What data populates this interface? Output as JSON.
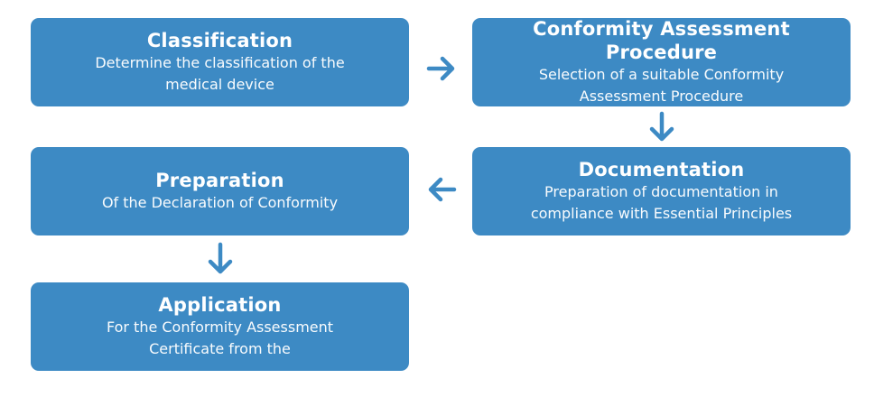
{
  "colors": {
    "box_fill": "#3d8ac4",
    "arrow": "#3d8ac4",
    "text": "#ffffff"
  },
  "steps": [
    {
      "title": "Classification",
      "description": "Determine the classification of the\nmedical device"
    },
    {
      "title": "Conformity Assessment Procedure",
      "description": "Selection of a suitable  Conformity\nAssessment Procedure"
    },
    {
      "title": "Documentation",
      "description": "Preparation of   documentation in\ncompliance with Essential Principles"
    },
    {
      "title": "Preparation",
      "description": "Of the Declaration of Conformity"
    },
    {
      "title": "Application",
      "description": "For the Conformity Assessment\nCertificate from the"
    }
  ],
  "arrows": [
    {
      "icon": "arrow-right-icon"
    },
    {
      "icon": "arrow-down-icon"
    },
    {
      "icon": "arrow-left-icon"
    },
    {
      "icon": "arrow-down-icon"
    }
  ]
}
